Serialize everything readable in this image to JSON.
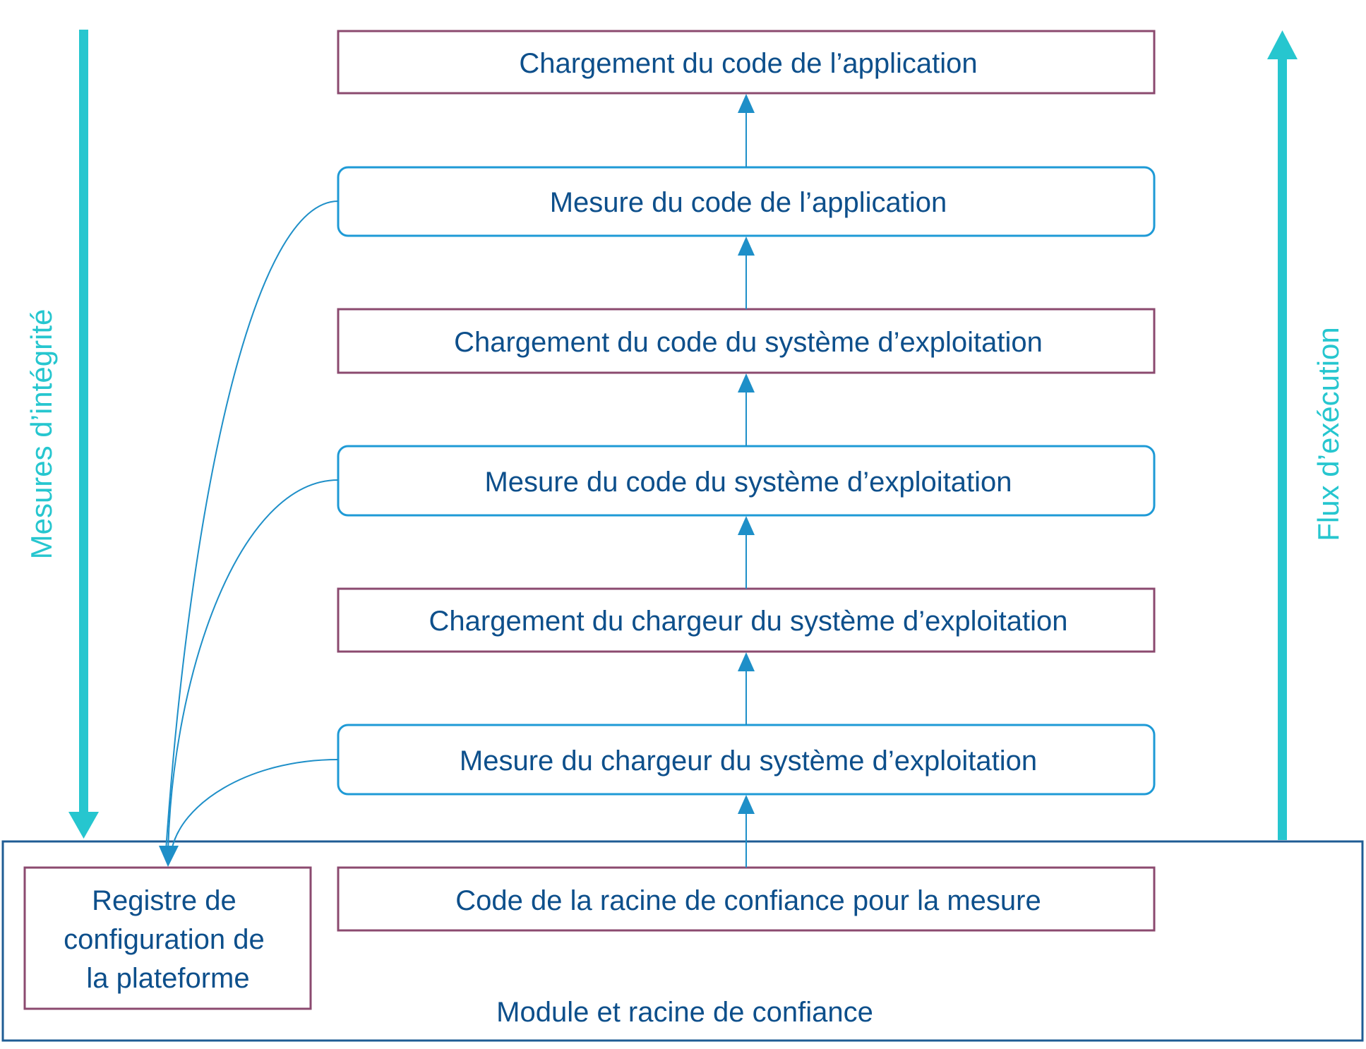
{
  "colors": {
    "text": "#0d4f8b",
    "accent_cyan": "#26c6cf",
    "load_border": "#8b4a6f",
    "measure_border": "#1e9ad6",
    "connector": "#1e8fc8",
    "module_border": "#1f5c94"
  },
  "side_labels": {
    "left": "Mesures d’intégrité",
    "right": "Flux d’exécution"
  },
  "stack": [
    {
      "id": "app-load",
      "kind": "load",
      "label": "Chargement du code de l’application"
    },
    {
      "id": "app-measure",
      "kind": "measure",
      "label": "Mesure du code de l’application"
    },
    {
      "id": "os-load",
      "kind": "load",
      "label": "Chargement du code du système d’exploitation"
    },
    {
      "id": "os-measure",
      "kind": "measure",
      "label": "Mesure du code du système d’exploitation"
    },
    {
      "id": "loader-load",
      "kind": "load",
      "label": "Chargement du chargeur du système d’exploitation"
    },
    {
      "id": "loader-measure",
      "kind": "measure",
      "label": "Mesure du chargeur du système d’exploitation"
    },
    {
      "id": "rtm-code",
      "kind": "load",
      "label": "Code de la racine de confiance pour la mesure"
    }
  ],
  "module": {
    "label": "Module et racine de confiance",
    "register_lines": [
      "Registre de",
      "configuration de",
      "la plateforme"
    ]
  }
}
